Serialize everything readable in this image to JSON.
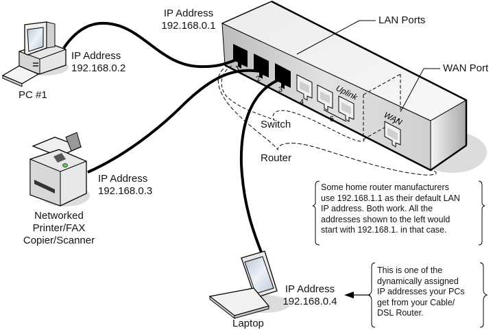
{
  "title": "Home network router diagram",
  "devices": {
    "pc": {
      "name": "PC #1",
      "ip_label": "IP Address",
      "ip": "192.168.0.2"
    },
    "printer": {
      "name_lines": [
        "Networked",
        "Printer/FAX",
        "Copier/Scanner"
      ],
      "ip_label": "IP Address",
      "ip": "192.168.0.3"
    },
    "laptop": {
      "name": "Laptop",
      "ip_label": "IP Address",
      "ip": "192.168.0.4"
    },
    "router": {
      "ip_label": "IP Address",
      "ip": "192.168.0.1"
    }
  },
  "router_labels": {
    "lan_ports": "LAN Ports",
    "wan_port": "WAN Port",
    "switch": "Switch",
    "router": "Router",
    "uplink": "Uplink",
    "wan": "WAN",
    "port_numbers": [
      "1",
      "2",
      "3",
      "4",
      "5"
    ]
  },
  "notes": {
    "router_default": [
      "Some home router manufacturers",
      "use 192.168.1.1 as their default LAN",
      "IP address. Both work. All the",
      "addresses shown to the left would",
      "start with 192.168.1. in that case."
    ],
    "dynamic_ip": [
      "This is one of the",
      "dynamically assigned",
      "IP addresses your PCs",
      "get from your Cable/",
      "DSL Router."
    ]
  }
}
